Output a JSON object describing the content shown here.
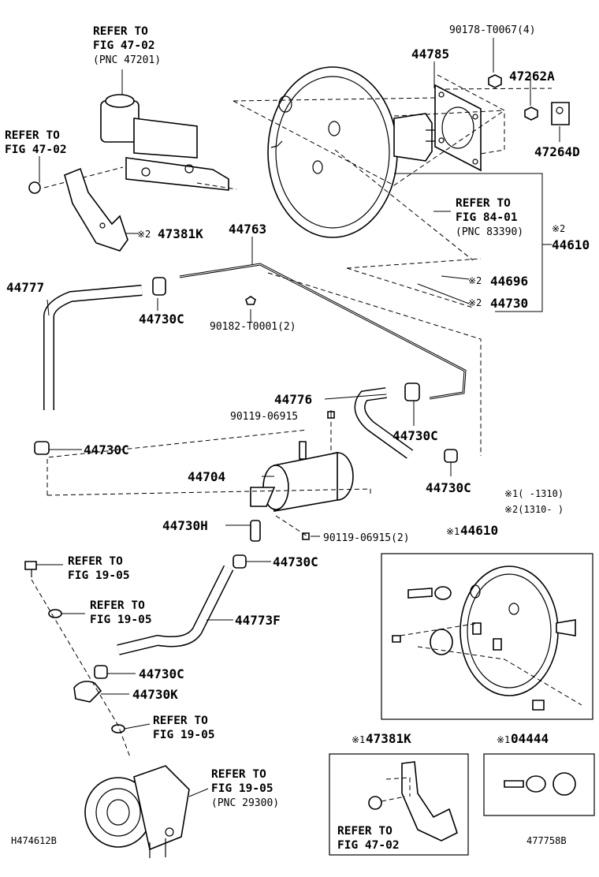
{
  "labels": {
    "refer_4702_top": [
      "REFER TO",
      "FIG 47-02",
      "(PNC 47201)"
    ],
    "refer_4702_left": [
      "REFER TO",
      "FIG 47-02"
    ],
    "p_90178": "90178-T0067(4)",
    "p_44785": "44785",
    "p_47262a": "47262A",
    "p_47264d": "47264D",
    "refer_8401": [
      "REFER TO",
      "FIG 84-01",
      "(PNC 83390)"
    ],
    "mark2_44610": "※2",
    "p_44610": "44610",
    "p_47381k": "47381K",
    "mark2_47381k": "※2",
    "p_44763": "44763",
    "p_44777": "44777",
    "mark2_44696": "※2",
    "p_44696": "44696",
    "mark2_44730": "※2",
    "p_44730": "44730",
    "p_44730c_a": "44730C",
    "p_90182": "90182-T0001(2)",
    "p_44776": "44776",
    "p_90119_a": "90119-06915",
    "p_44730c_b": "44730C",
    "p_44730c_c": "44730C",
    "p_44704": "44704",
    "p_44730c_d": "44730C",
    "note1": "※1(    -1310)",
    "note2": "※2(1310-    )",
    "p_44730h": "44730H",
    "p_90119_b": "90119-06915(2)",
    "mark1_44610": "※1",
    "p_44610_alt": "44610",
    "refer_1905_a": [
      "REFER TO",
      "FIG 19-05"
    ],
    "p_44730c_e": "44730C",
    "refer_1905_b": [
      "REFER TO",
      "FIG 19-05"
    ],
    "p_44773f": "44773F",
    "p_44730c_f": "44730C",
    "p_44730k": "44730K",
    "refer_1905_c": [
      "REFER TO",
      "FIG 19-05"
    ],
    "mark1_47381k": "※1",
    "p_47381k_alt": "47381K",
    "mark1_04444": "※1",
    "p_04444": "04444",
    "refer_1905_d": [
      "REFER TO",
      "FIG 19-05",
      "(PNC 29300)"
    ],
    "refer_4702_bottom": [
      "REFER TO",
      "FIG 47-02"
    ],
    "code_left": "H474612B",
    "code_right": "477758B"
  }
}
